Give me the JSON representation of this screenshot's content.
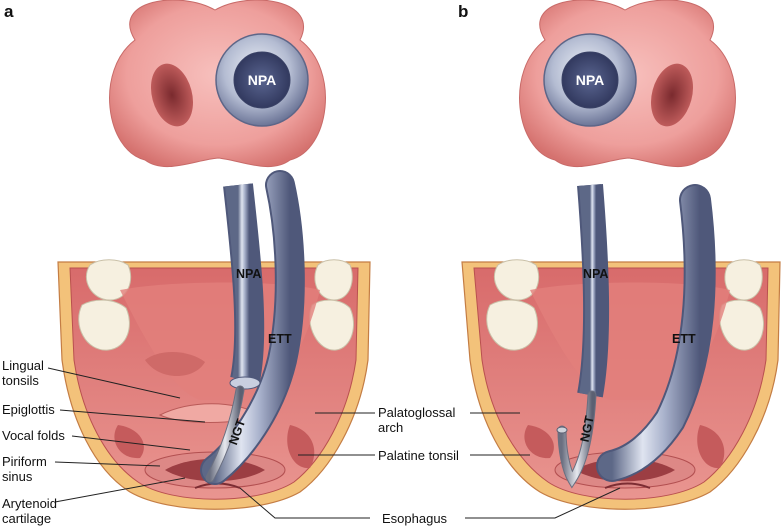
{
  "panels": [
    {
      "letter": "a"
    },
    {
      "letter": "b"
    }
  ],
  "tube_labels": {
    "npa": "NPA",
    "ett": "ETT",
    "ngt": "NGT"
  },
  "labels": {
    "lingual_tonsils": [
      "Lingual",
      "tonsils"
    ],
    "epiglottis": "Epiglottis",
    "vocal_folds": "Vocal folds",
    "piriform_sinus": [
      "Piriform",
      "sinus"
    ],
    "arytenoid_cartilage": [
      "Arytenoid",
      "cartilage"
    ],
    "palatoglossal_arch": [
      "Palatoglossal",
      "arch"
    ],
    "palatine_tonsil": "Palatine tonsil",
    "esophagus": "Esophagus"
  },
  "colors": {
    "skin": "#f2a6a4",
    "skin_dark": "#c9605f",
    "mucosa": "#e88a86",
    "mucosa_dark": "#b94b4c",
    "fat": "#f3c27a",
    "tooth": "#f6f0e0",
    "tube": "#a9b3cc",
    "tube_dark": "#5f6a8a"
  }
}
